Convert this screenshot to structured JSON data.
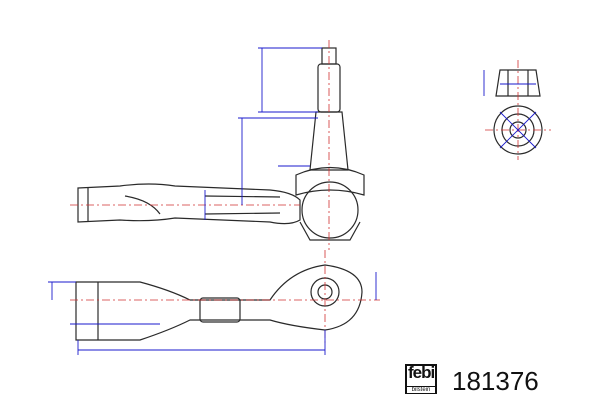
{
  "brand": {
    "name": "febi",
    "sub": "bilstein"
  },
  "part_number": "181376",
  "colors": {
    "outline": "#2a2a2a",
    "dimension": "#1a1acc",
    "centerline": "#d03030"
  }
}
